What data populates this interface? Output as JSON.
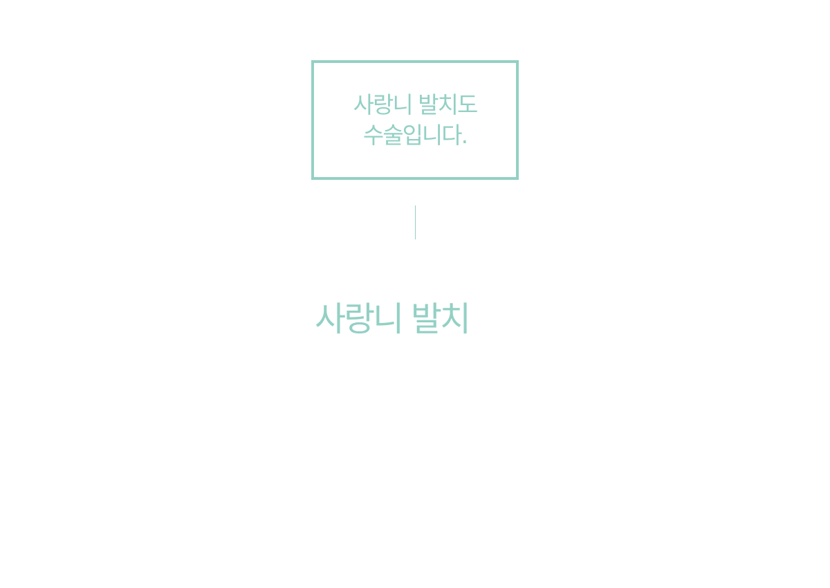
{
  "hero": {
    "line1": "사랑니 발치도",
    "line2": "수술입니다."
  },
  "section": {
    "title": "사랑니 발치"
  },
  "colors": {
    "accent": "#93d0c4",
    "background": "#ffffff"
  }
}
